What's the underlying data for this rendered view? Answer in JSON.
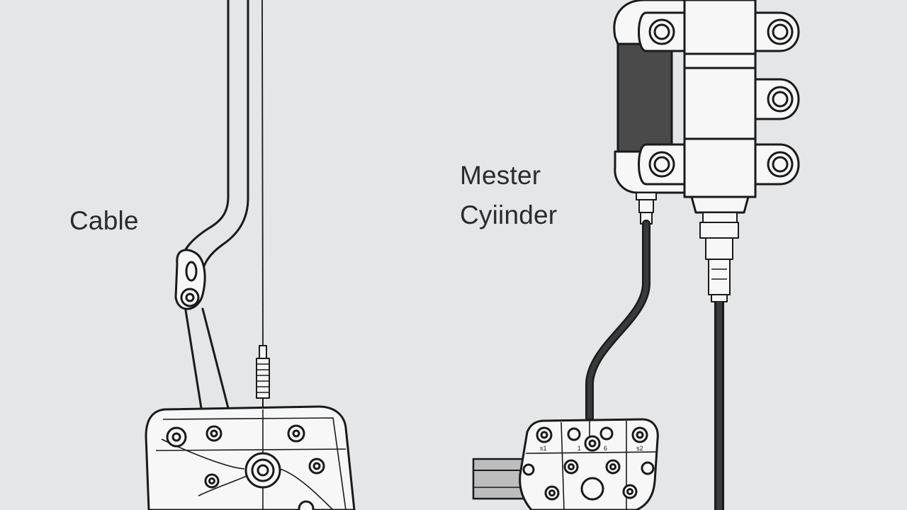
{
  "labels": {
    "cable": "Cable",
    "master_cylinder_line1": "Mester",
    "master_cylinder_line2": "Cyiinder"
  },
  "plate_marks": {
    "left": "s1",
    "center": "1",
    "center_right": "6",
    "right": "s2"
  },
  "colors": {
    "background": "#e4e6e7",
    "line": "#1a1a1a",
    "part_fill": "#f7f7f7",
    "dark_hose": "#3a3a3a",
    "reservoir": "#4a4a4a",
    "bar": "#bdbdbd"
  }
}
